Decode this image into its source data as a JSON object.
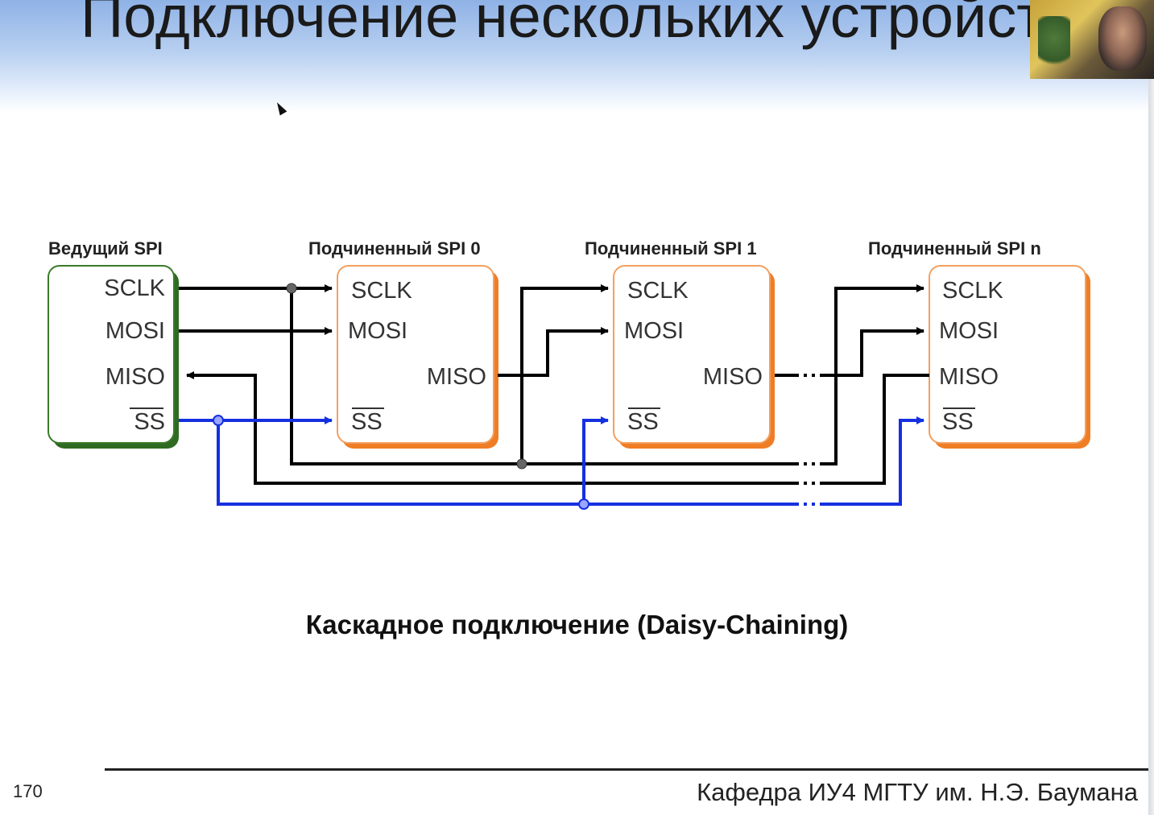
{
  "slide": {
    "title": "Подключение нескольких устройст",
    "caption": "Каскадное подключение (Daisy-Chaining)",
    "page_number": "170",
    "department": "Кафедра ИУ4 МГТУ им. Н.Э. Баумана"
  },
  "diagram": {
    "master": {
      "title": "Ведущий SPI",
      "pins": {
        "sclk": "SCLK",
        "mosi": "MOSI",
        "miso": "MISO",
        "ss": "SS"
      }
    },
    "slaves": [
      {
        "title": "Подчиненный SPI 0",
        "pins": {
          "sclk": "SCLK",
          "mosi": "MOSI",
          "miso": "MISO",
          "ss": "SS"
        }
      },
      {
        "title": "Подчиненный SPI 1",
        "pins": {
          "sclk": "SCLK",
          "mosi": "MOSI",
          "miso": "MISO",
          "ss": "SS"
        }
      },
      {
        "title": "Подчиненный SPI n",
        "pins": {
          "sclk": "SCLK",
          "mosi": "MOSI",
          "miso": "MISO",
          "ss": "SS"
        }
      }
    ],
    "colors": {
      "master_border": "#3a7a2a",
      "slave_border": "#f08a30",
      "signal_wire": "#000000",
      "ss_wire": "#1530e0"
    }
  }
}
